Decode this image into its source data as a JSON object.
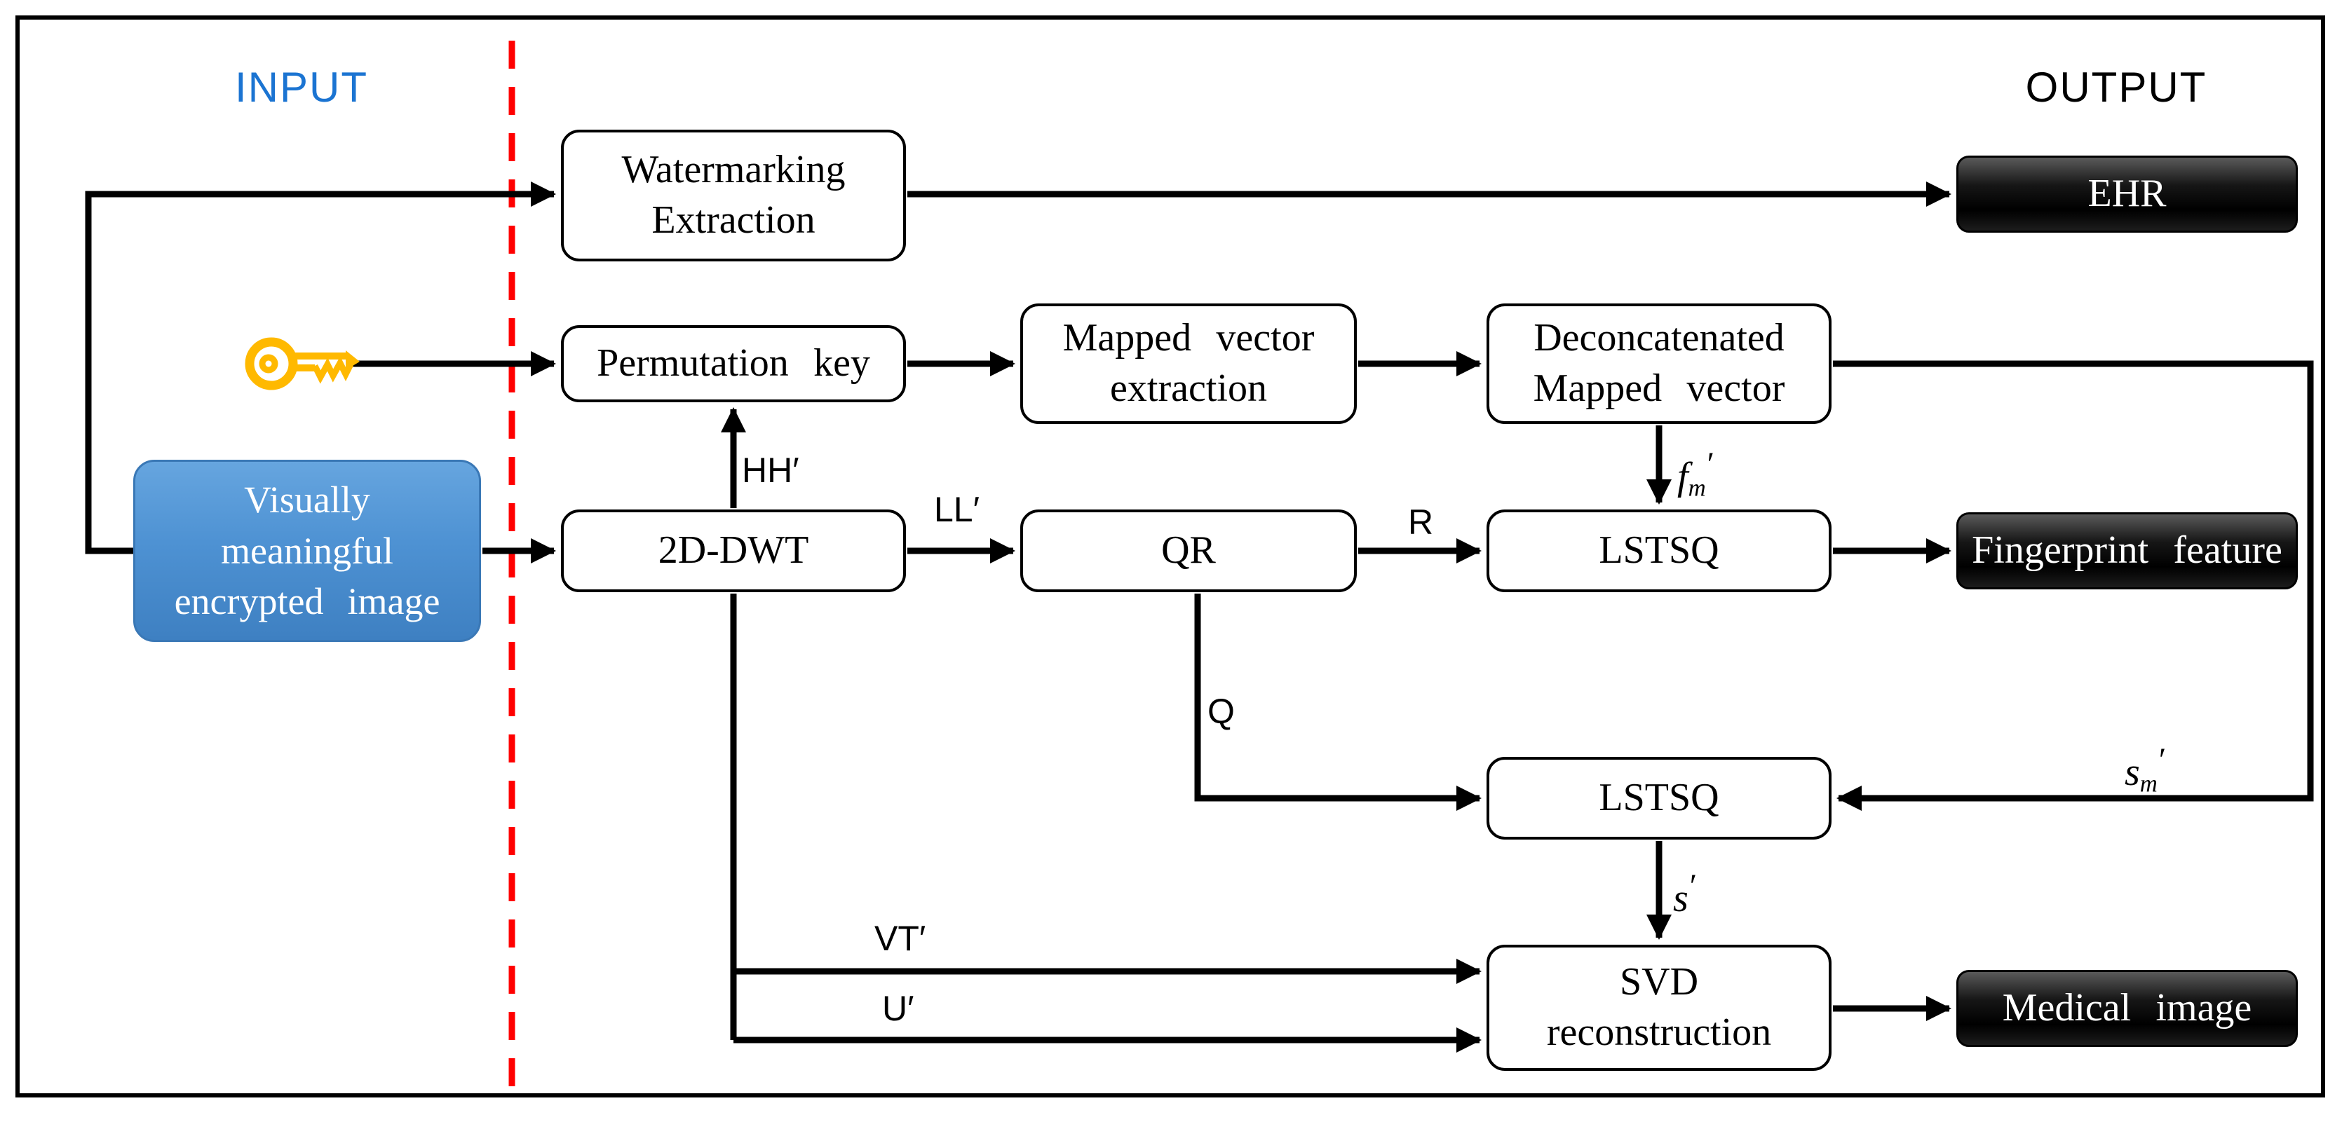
{
  "header": {
    "input_label": "INPUT",
    "output_label": "OUTPUT"
  },
  "nodes": {
    "watermarking": {
      "line1": "Watermarking",
      "line2": "Extraction"
    },
    "permutation_key": {
      "line1": "Permutation key"
    },
    "mapped_vector": {
      "line1": "Mapped vector",
      "line2": "extraction"
    },
    "deconcatenated": {
      "line1": "Deconcatenated",
      "line2": "Mapped vector"
    },
    "encrypted_image": {
      "line1": "Visually",
      "line2": "meaningful",
      "line3": "encrypted image"
    },
    "dwt": {
      "line1": "2D-DWT"
    },
    "qr": {
      "line1": "QR"
    },
    "lstsq1": {
      "line1": "LSTSQ"
    },
    "lstsq2": {
      "line1": "LSTSQ"
    },
    "svd": {
      "line1": "SVD",
      "line2": "reconstruction"
    },
    "ehr": {
      "line1": "EHR"
    },
    "fingerprint": {
      "line1": "Fingerprint feature"
    },
    "medical": {
      "line1": "Medical image"
    }
  },
  "edge_labels": {
    "hh": "HH′",
    "ll": "LL′",
    "r": "R",
    "q": "Q",
    "vt": "VT′",
    "u": "U′",
    "fm_base": "f",
    "fm_sub": "m",
    "fm_prime": "′",
    "sm_base": "s",
    "sm_sub": "m",
    "sm_prime": "′",
    "s_base": "s",
    "s_prime": "′"
  },
  "icons": {
    "key": "key-icon"
  },
  "colors": {
    "input_text": "#1B74D2",
    "divider_red": "#FF0000",
    "key_gold": "#FFB900",
    "blue_box_top": "#66A5DF",
    "blue_box_bottom": "#3E80C2",
    "output_box_black": "#000000",
    "line_black": "#000000"
  }
}
